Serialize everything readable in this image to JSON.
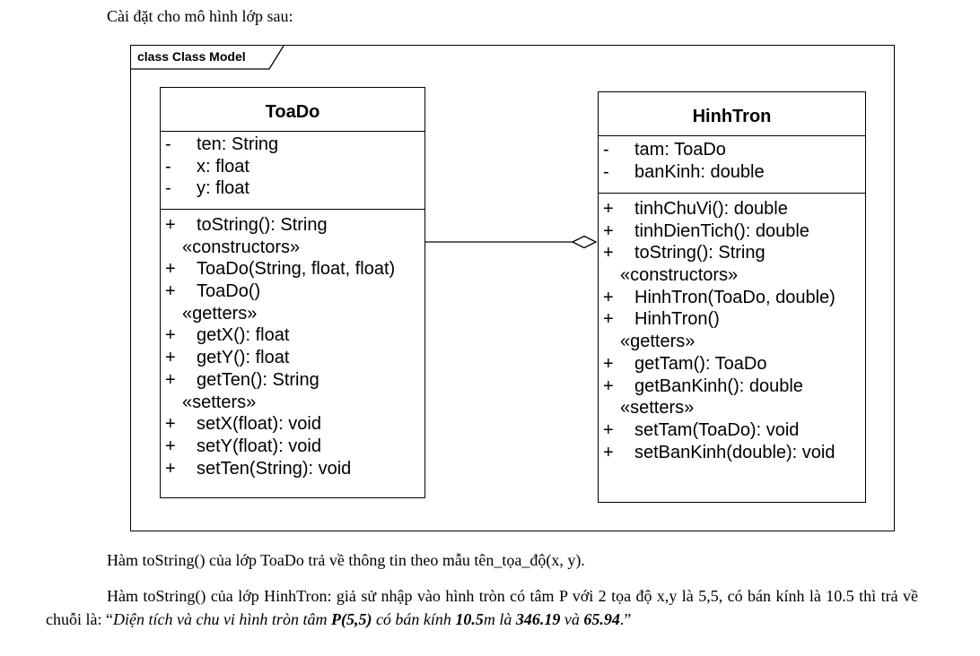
{
  "intro": "Cài đặt cho mô hình lớp sau:",
  "frame": {
    "label": "class Class Model"
  },
  "classes": {
    "toado": {
      "name": "ToaDo",
      "attributes": [
        {
          "vis": "-",
          "text": "ten: String"
        },
        {
          "vis": "-",
          "text": "x: float"
        },
        {
          "vis": "-",
          "text": "y: float"
        }
      ],
      "operations": [
        {
          "vis": "+",
          "text": "toString(): String"
        },
        {
          "stereotype": "«constructors»"
        },
        {
          "vis": "+",
          "text": "ToaDo(String, float, float)"
        },
        {
          "vis": "+",
          "text": "ToaDo()"
        },
        {
          "stereotype": "«getters»"
        },
        {
          "vis": "+",
          "text": "getX(): float"
        },
        {
          "vis": "+",
          "text": "getY(): float"
        },
        {
          "vis": "+",
          "text": "getTen(): String"
        },
        {
          "stereotype": "«setters»"
        },
        {
          "vis": "+",
          "text": "setX(float): void"
        },
        {
          "vis": "+",
          "text": "setY(float): void"
        },
        {
          "vis": "+",
          "text": "setTen(String): void"
        }
      ]
    },
    "hinhtron": {
      "name": "HinhTron",
      "attributes": [
        {
          "vis": "-",
          "text": "tam: ToaDo"
        },
        {
          "vis": "-",
          "text": "banKinh: double"
        }
      ],
      "operations": [
        {
          "vis": "+",
          "text": "tinhChuVi(): double"
        },
        {
          "vis": "+",
          "text": "tinhDienTich(): double"
        },
        {
          "vis": "+",
          "text": "toString(): String"
        },
        {
          "stereotype": "«constructors»"
        },
        {
          "vis": "+",
          "text": "HinhTron(ToaDo, double)"
        },
        {
          "vis": "+",
          "text": "HinhTron()"
        },
        {
          "stereotype": "«getters»"
        },
        {
          "vis": "+",
          "text": "getTam(): ToaDo"
        },
        {
          "vis": "+",
          "text": "getBanKinh(): double"
        },
        {
          "stereotype": "«setters»"
        },
        {
          "vis": "+",
          "text": "setTam(ToaDo): void"
        },
        {
          "vis": "+",
          "text": "setBanKinh(double): void"
        }
      ]
    }
  },
  "association": {
    "kind": "aggregation",
    "from": "ToaDo",
    "to": "HinhTron"
  },
  "paragraphs": {
    "p1": "Hàm toString() của lớp ToaDo trả về thông tin theo mẫu tên_tọa_độ(x, y).",
    "p2_plain": "Hàm toString() của lớp HinhTron: giả sử nhập vào hình tròn có tâm P với 2 tọa độ x,y là 5,5, có bán kính là 10.5 thì trả về chuỗi là: “",
    "p2_i1": "Diện tích và chu vi hình tròn tâm ",
    "p2_b1": "P(5,5)",
    "p2_i2": " có bán kính ",
    "p2_b2": "10.5",
    "p2_i3": "m là ",
    "p2_b3": "346.19",
    "p2_i4": " và ",
    "p2_b4": "65.94",
    "p2_end": ".”"
  }
}
